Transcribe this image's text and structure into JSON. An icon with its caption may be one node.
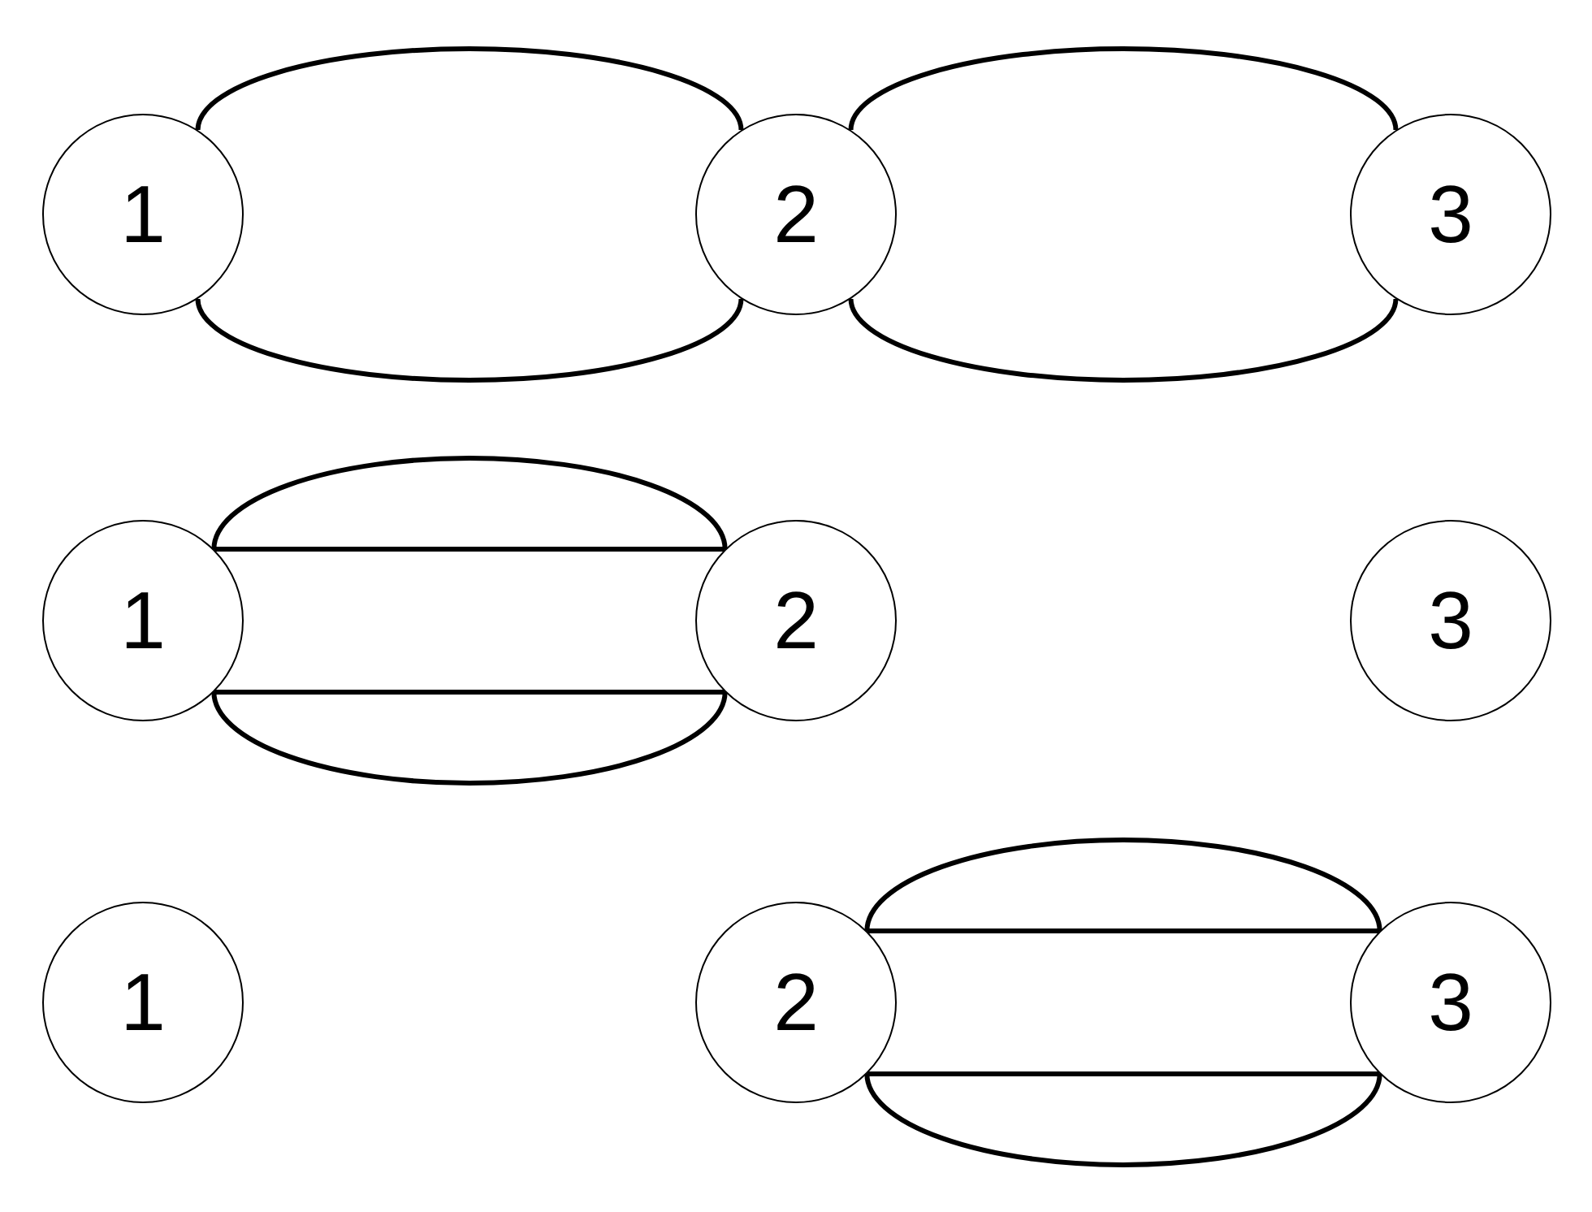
{
  "diagram": {
    "nodes": [
      {
        "text": [
          "1"
        ]
      },
      {
        "text": [
          "2"
        ]
      },
      {
        "text": [
          "3"
        ]
      },
      {
        "text": [
          "1"
        ]
      },
      {
        "text": [
          "2"
        ]
      },
      {
        "text": [
          "3"
        ]
      },
      {
        "text": [
          "1"
        ]
      },
      {
        "text": [
          "2"
        ]
      },
      {
        "text": [
          "3"
        ]
      }
    ],
    "edges": [
      {
        "from": 0,
        "to": 1,
        "arrow": "none"
      },
      {
        "from": 0,
        "to": 1,
        "arrow": "none"
      },
      {
        "from": 1,
        "to": 2,
        "arrow": "none"
      },
      {
        "from": 1,
        "to": 2,
        "arrow": "none"
      },
      {
        "from": 3,
        "to": 4,
        "arrow": "none"
      },
      {
        "from": 3,
        "to": 4,
        "arrow": "none"
      },
      {
        "from": 3,
        "to": 4,
        "arrow": "none"
      },
      {
        "from": 3,
        "to": 4,
        "arrow": "none"
      },
      {
        "from": 7,
        "to": 8,
        "arrow": "none"
      },
      {
        "from": 7,
        "to": 8,
        "arrow": "none"
      },
      {
        "from": 7,
        "to": 8,
        "arrow": "none"
      },
      {
        "from": 7,
        "to": 8,
        "arrow": "none"
      }
    ]
  }
}
